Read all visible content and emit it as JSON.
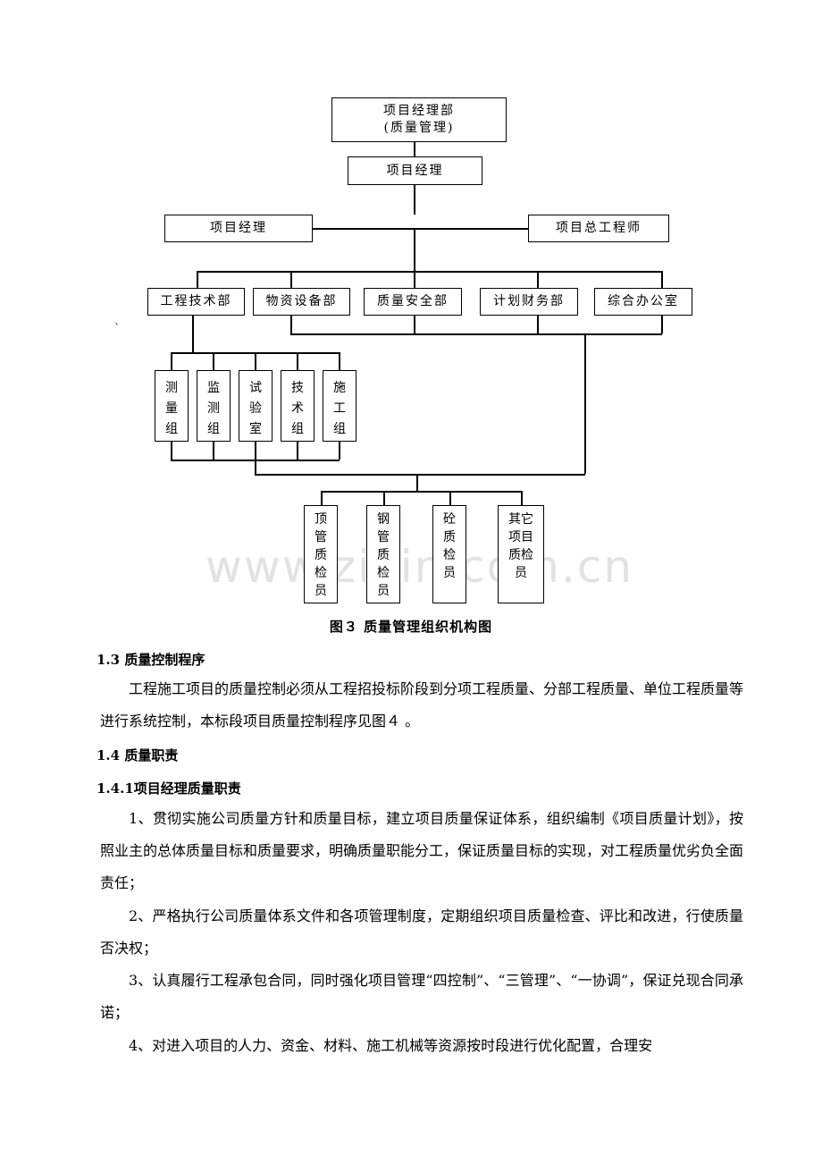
{
  "org_chart": {
    "top_box": {
      "line1": "项目经理部",
      "line2": "(质量管理)"
    },
    "manager": "项目经理",
    "level2": [
      "项目经理",
      "项目总工程师"
    ],
    "departments": [
      "工程技术部",
      "物资设备部",
      "质量安全部",
      "计划财务部",
      "综合办公室"
    ],
    "groups": [
      "测\n量\n组",
      "监\n测\n组",
      "试\n验\n室",
      "技\n术\n组",
      "施\n工\n组"
    ],
    "inspectors": [
      "顶\n管\n质\n检\n员",
      "钢\n管\n质\n检\n员",
      "砼\n质\n检\n员",
      "其它\n项目\n质检\n员"
    ],
    "stray_mark": "`"
  },
  "caption": "图３  质量管理组织机构图",
  "watermark": "www.zixin.com.cn",
  "sections": {
    "h13": "1.3  质量控制程序",
    "p13": "工程施工项目的质量控制必须从工程招投标阶段到分项工程质量、分部工程质量、单位工程质量等进行系统控制，本标段项目质量控制程序见图４ 。",
    "h14": "1.4  质量职责",
    "h141": "1.4.1项目经理质量职责",
    "items": [
      "1、贯彻实施公司质量方针和质量目标，建立项目质量保证体系，组织编制《项目质量计划》，按照业主的总体质量目标和质量要求，明确质量职能分工，保证质量目标的实现，对工程质量优劣负全面责任；",
      "2、严格执行公司质量体系文件和各项管理制度，定期组织项目质量检查、评比和改进，行使质量否决权；",
      "3、认真履行工程承包合同，同时强化项目管理“四控制”、“三管理”、“一协调”，保证兑现合同承诺；",
      "4、对进入项目的人力、资金、材料、施工机械等资源按时段进行优化配置，合理安"
    ]
  }
}
